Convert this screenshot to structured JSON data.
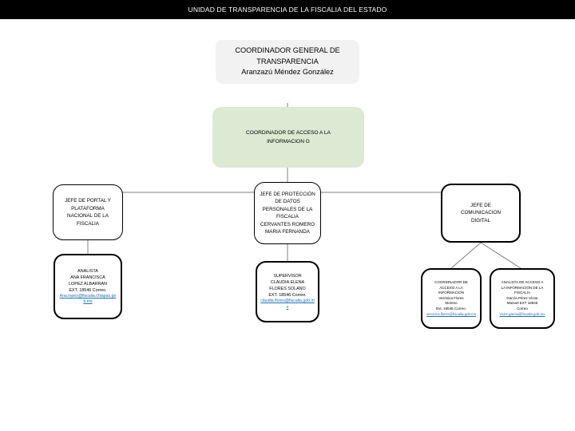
{
  "header": {
    "title": "UNIDAD DE TRANSPARENCIA DE LA FISCALIA DEL ESTADO",
    "background_color": "#000000",
    "text_color": "#ffffff"
  },
  "colors": {
    "level1_fill": "#f2f2f2",
    "level2_fill": "#dce9d3",
    "node_border": "#000000",
    "connector": "#808080",
    "link": "#1f6fb5"
  },
  "chart_data": {
    "type": "diagram",
    "title": "UNIDAD DE TRANSPARENCIA DE LA FISCALIA DEL ESTADO",
    "nodes": [
      {
        "id": "coordinador-general",
        "level": 1,
        "lines": [
          "COORDINADOR GENERAL DE",
          "TRANSPARENCIA",
          "Aranzazú Méndez González"
        ]
      },
      {
        "id": "coordinador-acceso-informacion-g",
        "level": 2,
        "lines": [
          "COORDINADOR DE ACCESO A LA",
          "INFORMACION G"
        ]
      },
      {
        "id": "jefe-portal-plataforma",
        "level": 3,
        "lines": [
          "JEFE DE PORTAL Y",
          "PLATAFORMA",
          "NACIONAL DE LA",
          "FISCALIA"
        ]
      },
      {
        "id": "jefe-proteccion-datos",
        "level": 3,
        "lines": [
          "JEFE DE PROTECCIÓN",
          "DE DATOS",
          "PERSONALES DE LA",
          "FISCALIA",
          "CERVANTES ROMERO",
          "MARIA FERNANDA"
        ]
      },
      {
        "id": "jefe-comunicacion-digital",
        "level": 3,
        "lines": [
          "JEFE DE",
          "COMUNICACION",
          "DIGITAL"
        ]
      },
      {
        "id": "analista",
        "level": 4,
        "lines": [
          "ANALISTA",
          "ANA FRANCISCA",
          "LOPEZ ALBARRAN",
          "EXT. 18546  Correo."
        ],
        "link": "Ana.lopez@fiscalia.chiapas.gob.mx"
      },
      {
        "id": "supervisor",
        "level": 4,
        "lines": [
          "SUPERVISOR",
          "CLAUDIA ELENA",
          "FLORES SOLANO",
          "EXT. 18546 Correo."
        ],
        "link": "claudia.flores@fiscalia.gob.mx"
      },
      {
        "id": "coordinador-acceso-informacion",
        "level": 4,
        "lines": [
          "COORDINADOR DE",
          "ACCESO A LA",
          "INFORMACION",
          "Verónica Flores",
          "Moreno",
          "Ext. 18546 Correo."
        ],
        "link": "veronica.flores@fiscalia.gob.mx"
      },
      {
        "id": "analista-acceso-informacion",
        "level": 4,
        "lines": [
          "ANALISTA DE ACCESO A",
          "LA INFORMACIÓN DE LA",
          "FISCALIA",
          "García Pérez Víctor",
          "Manuel EXT 18546",
          "Correo"
        ],
        "link": "victor.garcia@fiscalia.gob.mx"
      }
    ],
    "edges": [
      {
        "from": "coordinador-general",
        "to": "coordinador-acceso-informacion-g"
      },
      {
        "from": "coordinador-acceso-informacion-g",
        "to": "jefe-portal-plataforma"
      },
      {
        "from": "coordinador-acceso-informacion-g",
        "to": "jefe-proteccion-datos"
      },
      {
        "from": "coordinador-acceso-informacion-g",
        "to": "jefe-comunicacion-digital"
      },
      {
        "from": "jefe-portal-plataforma",
        "to": "analista"
      },
      {
        "from": "jefe-proteccion-datos",
        "to": "supervisor"
      },
      {
        "from": "jefe-comunicacion-digital",
        "to": "coordinador-acceso-informacion"
      },
      {
        "from": "jefe-comunicacion-digital",
        "to": "analista-acceso-informacion"
      }
    ]
  }
}
